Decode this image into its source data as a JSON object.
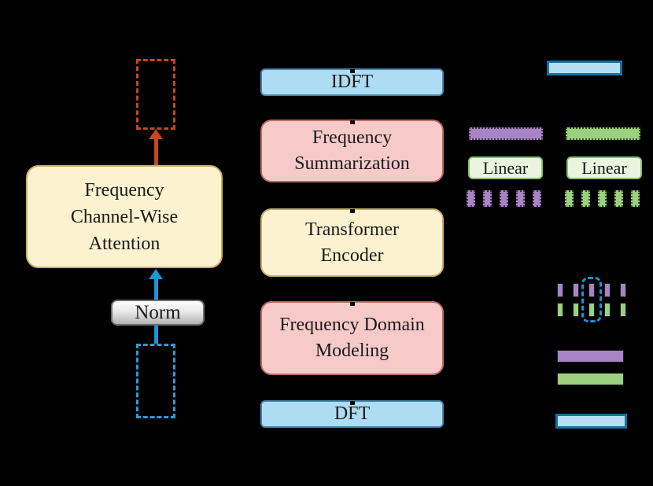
{
  "left_branch": {
    "attention_box": {
      "line1": "Frequency",
      "line2": "Channel-Wise",
      "line3": "Attention"
    },
    "norm_box": {
      "label": "Norm"
    },
    "output_placeholder": {
      "border_color": "#c2491d"
    },
    "input_placeholder": {
      "border_color": "#2e9ad9"
    },
    "output_arrow_color": "#c2491d",
    "input_arrow_color": "#1e93d6"
  },
  "pipeline": {
    "idft": {
      "label": "IDFT",
      "fill": "#aedcf2",
      "border": "#4a85a6"
    },
    "freq_summarization": {
      "line1": "Frequency",
      "line2": "Summarization",
      "fill": "#f7caca",
      "border": "#bd6b66"
    },
    "transformer_encoder": {
      "line1": "Transformer",
      "line2": "Encoder",
      "fill": "#fcf2d0",
      "border": "#c9b06a"
    },
    "freq_domain_modeling": {
      "line1": "Frequency Domain",
      "line2": "Modeling",
      "fill": "#f7caca",
      "border": "#bd6b66"
    },
    "dft": {
      "label": "DFT",
      "fill": "#aedcf2",
      "border": "#4a85a6"
    }
  },
  "legend": {
    "top_io_bar": {
      "fill": "#b5def0",
      "border": "#17709f"
    },
    "bottom_io_bar": {
      "fill": "#b5def0",
      "border": "#17709f"
    },
    "purple_dashed_strip": {
      "fill": "#a984c4"
    },
    "green_dashed_strip": {
      "fill": "#9bd07f"
    },
    "linear_left": {
      "label": "Linear",
      "fill": "#e9f5de",
      "border": "#8cbd72"
    },
    "linear_right": {
      "label": "Linear",
      "fill": "#e9f5de",
      "border": "#8cbd72"
    },
    "purple_dashed_token_count": 5,
    "green_dashed_token_count": 5,
    "purple_solid_token_count": 5,
    "green_solid_token_count": 5,
    "purple_solid_bar": {
      "fill": "#a984c4"
    },
    "green_solid_bar": {
      "fill": "#9bd07f"
    },
    "token_highlight": {
      "border_color": "#1e93d6"
    }
  },
  "colors": {
    "background": "#000000"
  }
}
